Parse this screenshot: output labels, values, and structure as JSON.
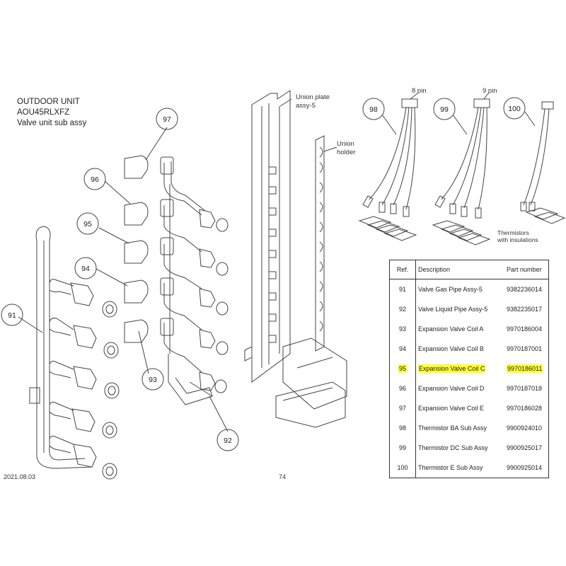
{
  "header": {
    "line1": "OUTDOOR UNIT",
    "line2": "AOU45RLXFZ",
    "line3": "Valve unit sub assy"
  },
  "labels": {
    "union_plate_1": "Union plate",
    "union_plate_2": "assy-5",
    "union_holder_1": "Union",
    "union_holder_2": "holder",
    "pin8": "8 pin",
    "pin9": "9 pin",
    "thermistors_1": "Thermistors",
    "thermistors_2": "with insulations"
  },
  "callouts": {
    "c91": "91",
    "c92": "92",
    "c93": "93",
    "c94": "94",
    "c95": "95",
    "c96": "96",
    "c97": "97",
    "c98": "98",
    "c99": "99",
    "c100": "100"
  },
  "table": {
    "headers": {
      "ref": "Ref.",
      "desc": "Description",
      "part": "Part number"
    },
    "highlight_color": "#ffff33",
    "rows": [
      {
        "ref": "91",
        "desc": "Valve Gas Pipe Assy-5",
        "part": "9382236014"
      },
      {
        "ref": "92",
        "desc": "Valve Liquid Pipe Assy-5",
        "part": "9382235017"
      },
      {
        "ref": "93",
        "desc": "Expansion Valve Coil A",
        "part": "9970186004"
      },
      {
        "ref": "94",
        "desc": "Expansion Valve Coil B",
        "part": "9970187001"
      },
      {
        "ref": "95",
        "desc": "Expansion Valve Coil C",
        "part": "9970186011",
        "highlight": true
      },
      {
        "ref": "96",
        "desc": "Expansion Valve Coil D",
        "part": "9970187018"
      },
      {
        "ref": "97",
        "desc": "Expansion Valve Coil E",
        "part": "9970186028"
      },
      {
        "ref": "98",
        "desc": "Thermistor BA Sub Assy",
        "part": "9900924010"
      },
      {
        "ref": "99",
        "desc": "Thermistor DC Sub Assy",
        "part": "9900925017"
      },
      {
        "ref": "100",
        "desc": "Thermistor E Sub Assy",
        "part": "9900925014"
      }
    ]
  },
  "footer": {
    "date": "2021.08.03",
    "page": "74"
  }
}
